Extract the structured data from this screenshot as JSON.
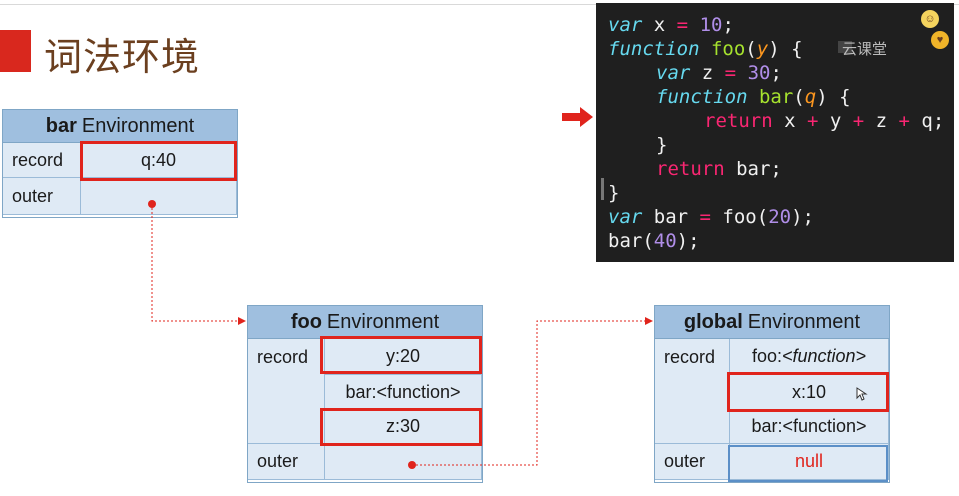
{
  "title": "词法环境",
  "bar_env": {
    "name": "bar",
    "suffix": "Environment",
    "record_label": "record",
    "record_value": "q:40",
    "outer_label": "outer"
  },
  "foo_env": {
    "name": "foo",
    "suffix": "Environment",
    "record_label": "record",
    "values": [
      "y:20",
      "bar:<function>",
      "z:30"
    ],
    "outer_label": "outer"
  },
  "global_env": {
    "name": "global",
    "suffix": "Environment",
    "record_label": "record",
    "values": [
      {
        "prefix": "foo:",
        "italic": "<function>",
        "suffix": ">"
      },
      {
        "text": "x:10"
      },
      {
        "text": "bar:<function>"
      }
    ],
    "outer_label": "outer",
    "outer_value": "null"
  },
  "code": {
    "line1": {
      "kw": "var",
      "rest1": " x ",
      "op": "=",
      "sp": " ",
      "num": "10",
      "end": ";"
    },
    "line2": {
      "kw": "function",
      "sp": " ",
      "fn": "foo",
      "open": "(",
      "arg": "y",
      "close": ") {"
    },
    "line3": {
      "kw": "var",
      "rest1": " z ",
      "op": "=",
      "sp": " ",
      "num": "30",
      "end": ";"
    },
    "line4": {
      "kw": "function",
      "sp": " ",
      "fn": "bar",
      "open": "(",
      "arg": "q",
      "close": ") {"
    },
    "line5": {
      "ret": "return",
      "a": " x ",
      "p1": "+",
      "b": " y ",
      "p2": "+",
      "c": " z ",
      "p3": "+",
      "d": " q;"
    },
    "line6": "}",
    "line7": {
      "ret": "return",
      "rest": " bar;"
    },
    "line8": "}",
    "line9": {
      "kw": "var",
      "rest1": " bar ",
      "op": "=",
      "sp": " foo(",
      "num": "20",
      "end": ");"
    },
    "line10": {
      "a": "bar(",
      "num": "40",
      "end": ");"
    }
  },
  "watermark": "云课堂",
  "colors": {
    "highlight": "#e0241c",
    "header": "#9fbfdf",
    "cell": "#dfeaf5",
    "code_bg": "#1f1f1f"
  }
}
